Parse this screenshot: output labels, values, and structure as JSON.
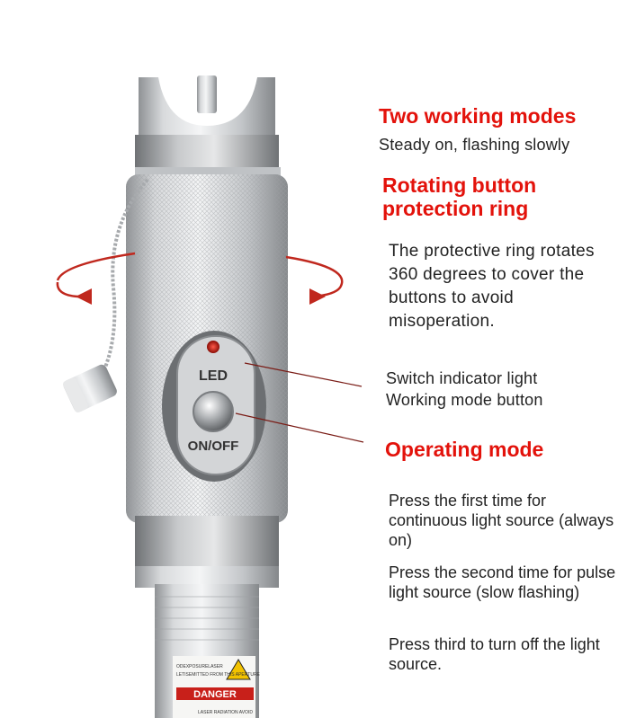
{
  "colors": {
    "accent_red": "#e3120b",
    "metal": "#c9cbcd",
    "text": "#222222"
  },
  "device": {
    "led_label": "LED",
    "switch_label": "ON/OFF",
    "danger_label": "DANGER",
    "sticker_line1": "ODEXPOSURELASER",
    "sticker_line2": "LETISEMITTED FROM THIS APERTURE",
    "sticker_line3": "LASER RADIATION AVOID"
  },
  "features": {
    "modes_title": "Two working modes",
    "modes_subtitle": "Steady on, flashing slowly",
    "ring_title": "Rotating button protection ring",
    "ring_desc": "The protective ring rotates 360 degrees to cover the buttons to avoid misoperation.",
    "indicator_label": "Switch indicator light",
    "mode_button_label": "Working mode button",
    "operating_title": "Operating mode",
    "press_first": "Press the first time for continuous light source (always on)",
    "press_second": "Press the second time for pulse light source (slow flashing)",
    "press_third": "Press third to turn off the light source."
  }
}
